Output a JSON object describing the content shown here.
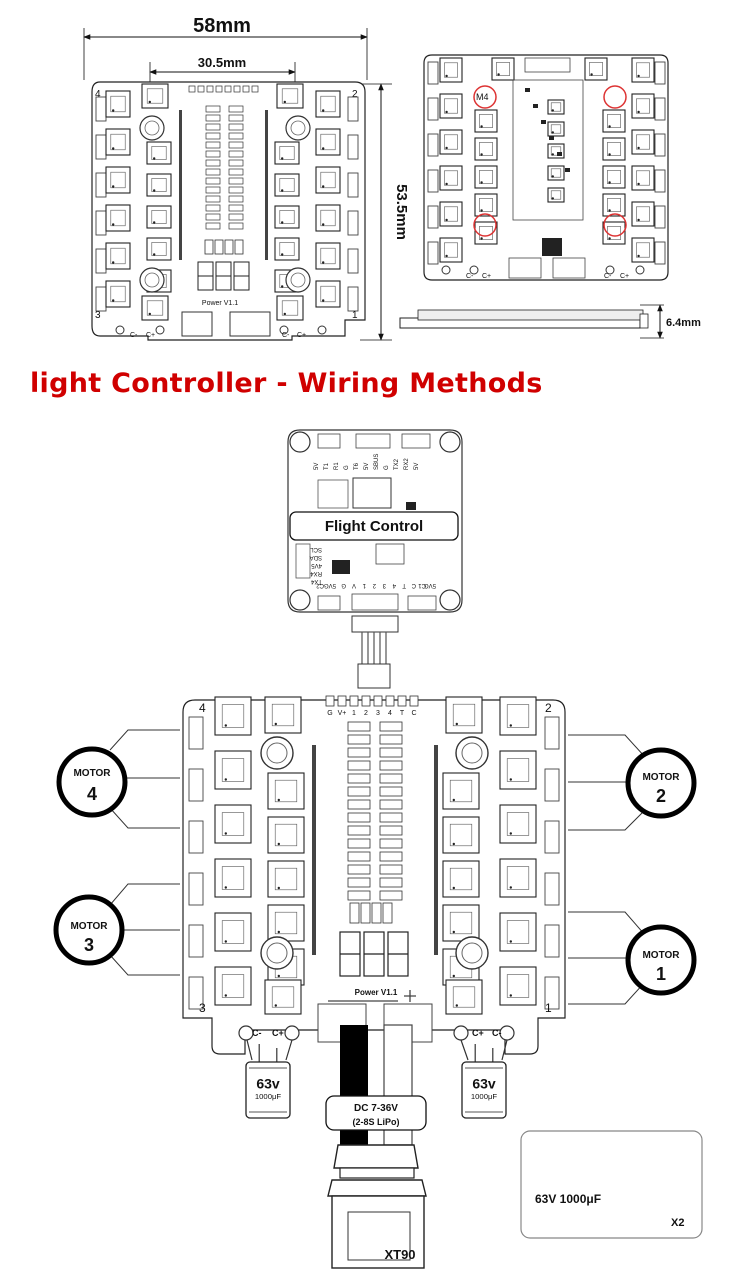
{
  "dimensions": {
    "width_label": "58mm",
    "inner_width_label": "30.5mm",
    "height_label": "53.5mm",
    "thickness_label": "6.4mm"
  },
  "board": {
    "power_label": "Power V1.1",
    "corner_numbers": [
      "4",
      "2",
      "3",
      "1"
    ],
    "cap_minus": "C-",
    "cap_plus": "C+",
    "pin_labels": [
      "G",
      "V+",
      "1",
      "2",
      "3",
      "4",
      "T",
      "C"
    ],
    "mount_label": "M4"
  },
  "section_title": "light Controller - Wiring Methods",
  "fc": {
    "label": "Flight Control",
    "small_text_top": [
      "5V",
      "T1",
      "R1",
      "G",
      "T6",
      "5V",
      "SBUS",
      "G",
      "TX2",
      "RX2",
      "5V"
    ],
    "small_text_bottom": [
      "5VG",
      "C1",
      "C",
      "T",
      "4",
      "3",
      "2",
      "1",
      "V",
      "G",
      "5VGC2"
    ],
    "small_text_side": [
      "SCL",
      "SDA",
      "4V5",
      "RX4",
      "TX4"
    ]
  },
  "motors": [
    {
      "word": "MOTOR",
      "number": "4"
    },
    {
      "word": "MOTOR",
      "number": "2"
    },
    {
      "word": "MOTOR",
      "number": "3"
    },
    {
      "word": "MOTOR",
      "number": "1"
    }
  ],
  "power_input": {
    "voltage": "DC 7-36V",
    "battery": "(2-8S LiPo)",
    "connector": "XT90"
  },
  "capacitor": {
    "voltage_text": "63v",
    "cap_text": "1000μF",
    "spec_label": "63V 1000μF",
    "qty": "X2"
  }
}
